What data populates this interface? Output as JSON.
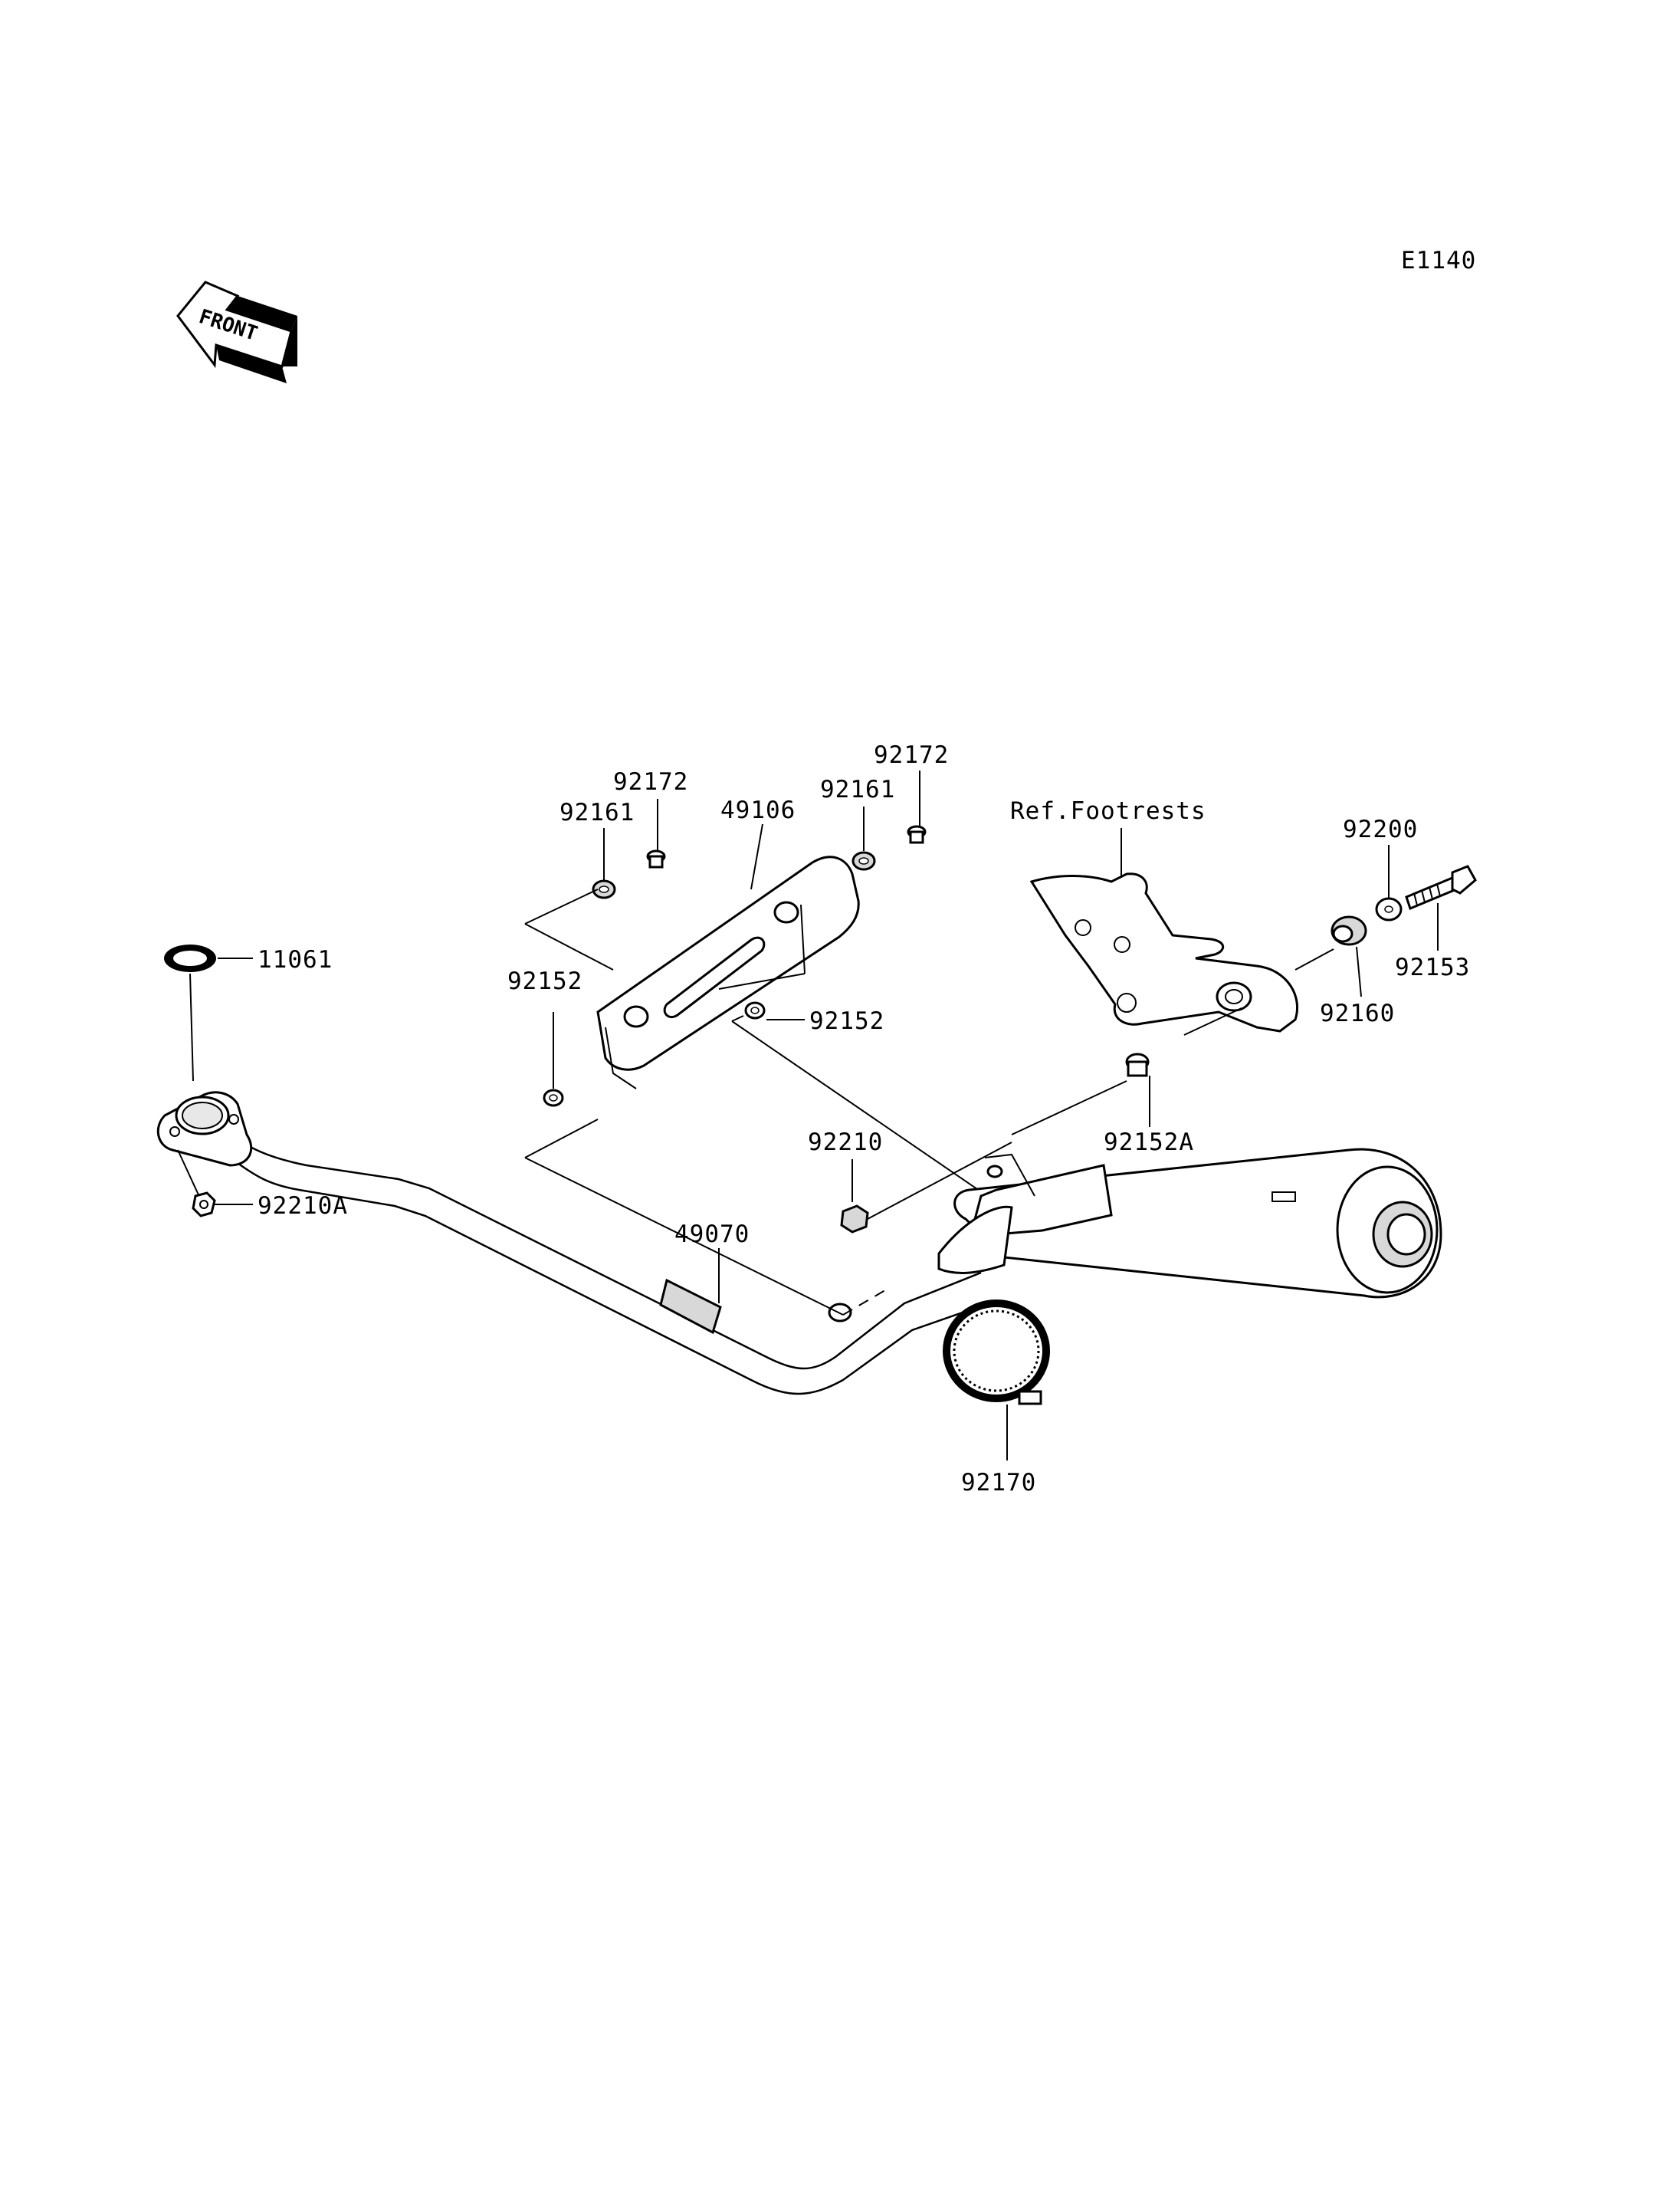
{
  "diagram_code": "E1140",
  "front_label": "FRONT",
  "icons": {
    "front_arrow": "front-arrow-icon"
  },
  "labels": {
    "p11061": "11061",
    "p92210a": "92210A",
    "p92161_left": "92161",
    "p92172_left": "92172",
    "p49106": "49106",
    "p92161_right": "92161",
    "p92172_right": "92172",
    "p92152_left": "92152",
    "p92152_right": "92152",
    "ref_footrests": "Ref.Footrests",
    "p92200": "92200",
    "p92153": "92153",
    "p92160": "92160",
    "p92152a": "92152A",
    "p92210": "92210",
    "p49070": "49070",
    "p92170": "92170"
  }
}
